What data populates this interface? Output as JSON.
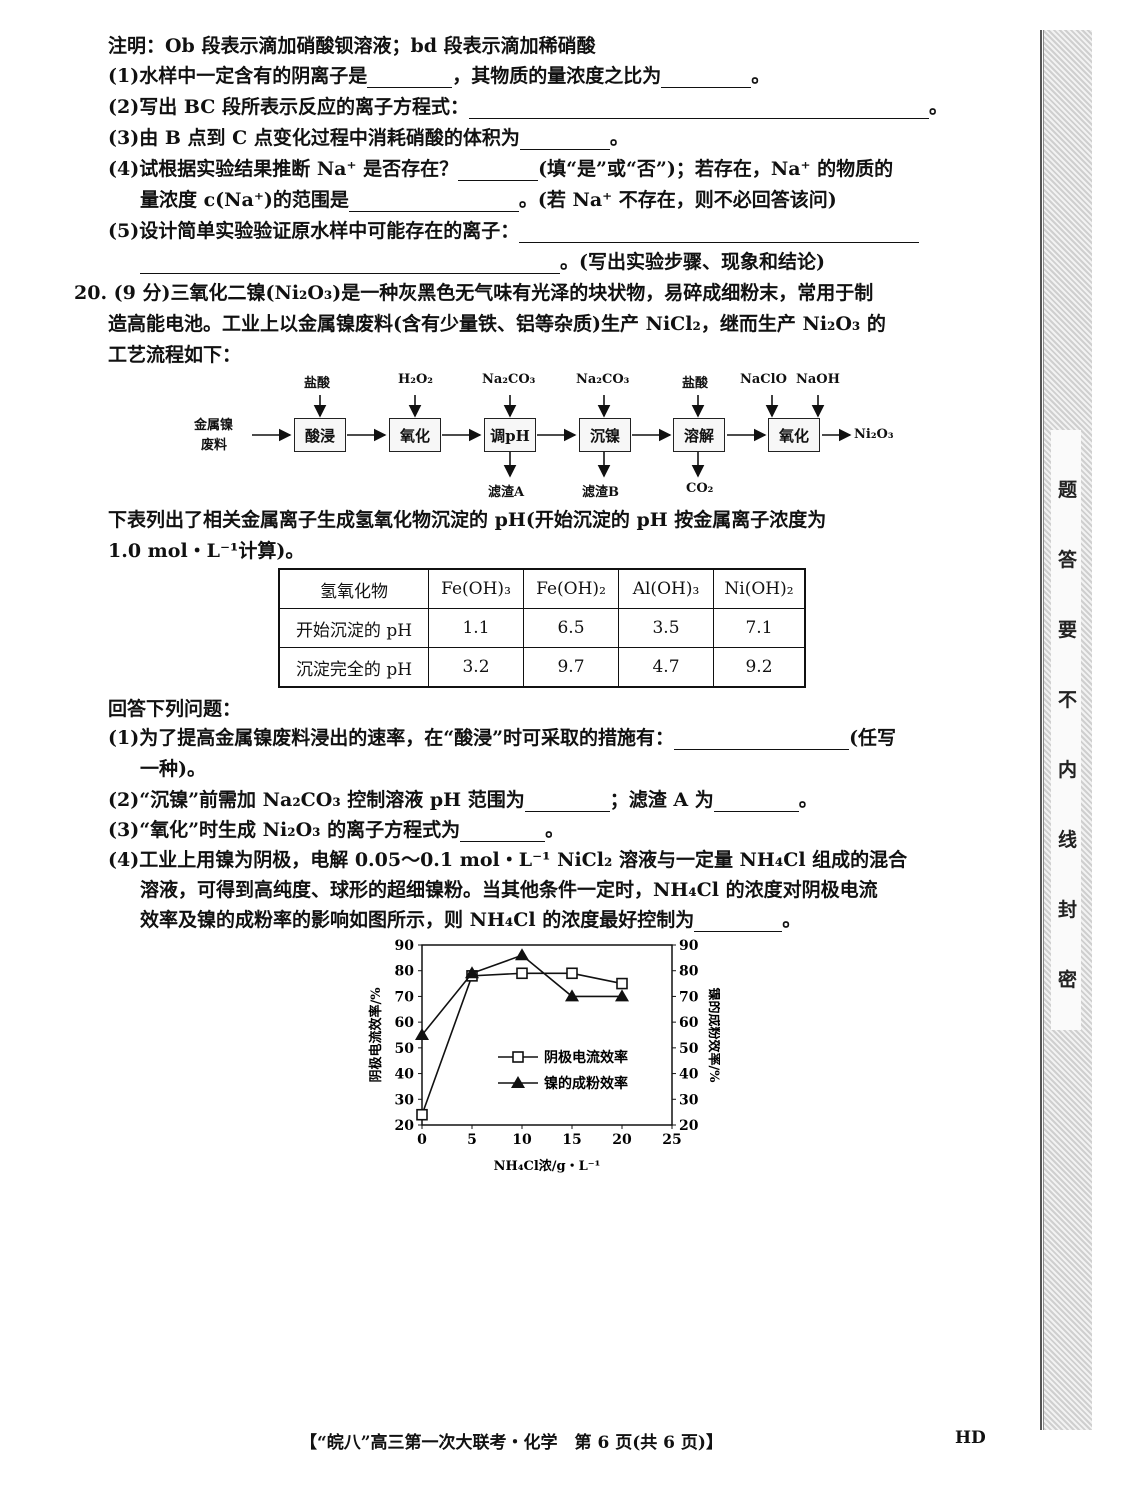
{
  "top": {
    "note": "注明：Ob 段表示滴加硝酸钡溶液；bd 段表示滴加稀硝酸",
    "q1a": "(1)水样中一定含有的阴离子是",
    "q1b": "，其物质的量浓度之比为",
    "q2": "(2)写出 BC 段所表示反应的离子方程式：",
    "q3": "(3)由 B 点到 C 点变化过程中消耗硝酸的体积为",
    "q4a": "(4)试根据实验结果推断 Na⁺ 是否存在？",
    "q4b": "(填“是”或“否”)；若存在，Na⁺ 的物质的",
    "q4c": "量浓度 c(Na⁺)的范围是",
    "q4d": "。(若 Na⁺ 不存在，则不必回答该问)",
    "q5a": "(5)设计简单实验验证原水样中可能存在的离子：",
    "q5b": "。(写出实验步骤、现象和结论)"
  },
  "q20": {
    "line1": "20. (9 分)三氧化二镍(Ni₂O₃)是一种灰黑色无气味有光泽的块状物，易碎成细粉末，常用于制",
    "line2": "造高能电池。工业上以金属镍废料(含有少量铁、铝等杂质)生产 NiCl₂，继而生产 Ni₂O₃ 的",
    "line3": "工艺流程如下："
  },
  "flow": {
    "start_line1": "金属镍",
    "start_line2": "废料",
    "steps": [
      "酸浸",
      "氧化",
      "调pH",
      "沉镍",
      "溶解",
      "氧化"
    ],
    "inputs": [
      "盐酸",
      "H₂O₂",
      "Na₂CO₃",
      "Na₂CO₃",
      "盐酸",
      "NaClO",
      "NaOH"
    ],
    "outputs": [
      "滤渣A",
      "滤渣B",
      "CO₂"
    ],
    "product": "Ni₂O₃"
  },
  "table_intro": {
    "line1": "下表列出了相关金属离子生成氢氧化物沉淀的 pH(开始沉淀的 pH 按金属离子浓度为",
    "line2": "1.0 mol・L⁻¹计算)。"
  },
  "table": {
    "header": [
      "氢氧化物",
      "Fe(OH)₃",
      "Fe(OH)₂",
      "Al(OH)₃",
      "Ni(OH)₂"
    ],
    "rows": [
      [
        "开始沉淀的 pH",
        "1.1",
        "6.5",
        "3.5",
        "7.1"
      ],
      [
        "沉淀完全的 pH",
        "3.2",
        "9.7",
        "4.7",
        "9.2"
      ]
    ]
  },
  "answers": {
    "intro": "回答下列问题：",
    "a1a": "(1)为了提高金属镍废料浸出的速率，在“酸浸”时可采取的措施有：",
    "a1b": "(任写",
    "a1c": "一种)。",
    "a2a": "(2)“沉镍”前需加 Na₂CO₃ 控制溶液 pH 范围为",
    "a2b": "；滤渣 A 为",
    "a3": "(3)“氧化”时生成 Ni₂O₃ 的离子方程式为",
    "a4a": "(4)工业上用镍为阴极，电解 0.05～0.1 mol・L⁻¹ NiCl₂ 溶液与一定量 NH₄Cl 组成的混合",
    "a4b": "溶液，可得到高纯度、球形的超细镍粉。当其他条件一定时，NH₄Cl 的浓度对阴极电流",
    "a4c": "效率及镍的成粉率的影响如图所示，则 NH₄Cl 的浓度最好控制为"
  },
  "chart_data": {
    "type": "line",
    "xlabel": "NH₄Cl浓/g・L⁻¹",
    "ylabel_left": "阴极电流效率/%",
    "ylabel_right": "镍的成粉效率/%",
    "xlim": [
      0,
      25
    ],
    "ylim": [
      20,
      90
    ],
    "xticks": [
      0,
      5,
      10,
      15,
      20,
      25
    ],
    "yticks": [
      20,
      30,
      40,
      50,
      60,
      70,
      80,
      90
    ],
    "series": [
      {
        "name": "阴极电流效率",
        "marker": "square",
        "x": [
          0,
          5,
          10,
          15,
          20
        ],
        "y": [
          24,
          78,
          79,
          79,
          75
        ]
      },
      {
        "name": "镍的成粉效率",
        "marker": "triangle",
        "x": [
          0,
          5,
          10,
          15,
          20
        ],
        "y": [
          55,
          79,
          86,
          70,
          70
        ]
      }
    ]
  },
  "side": [
    "密",
    "封",
    "线",
    "内",
    "不",
    "要",
    "答",
    "题"
  ],
  "footer": {
    "center": "【“皖八”高三第一次大联考・化学　第 6 页(共 6 页)】",
    "right": "HD"
  }
}
